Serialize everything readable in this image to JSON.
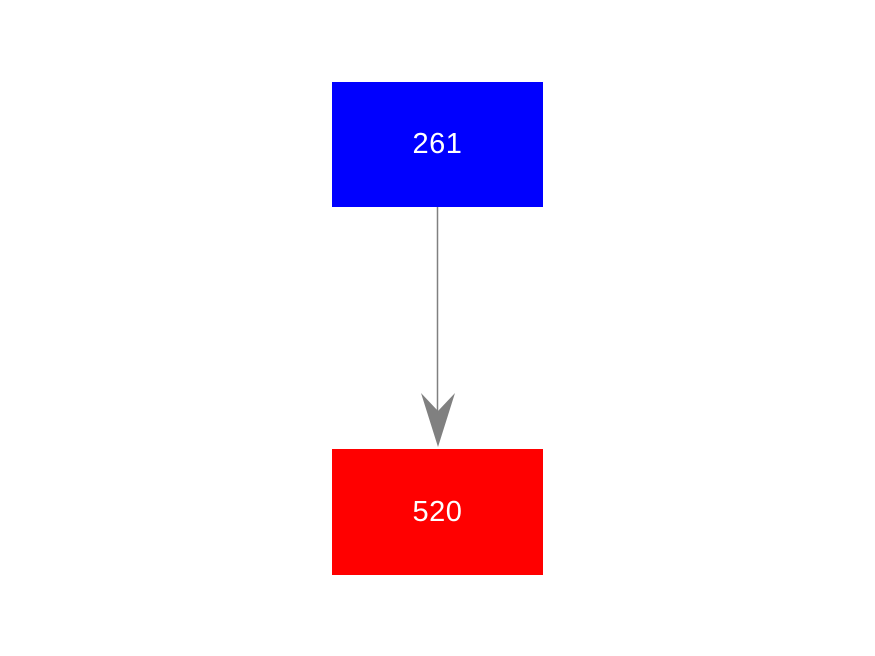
{
  "diagram": {
    "background_color": "#ffffff",
    "nodes": [
      {
        "id": "node-261",
        "label": "261",
        "fill_color": "#0000ff",
        "text_color": "#ffffff"
      },
      {
        "id": "node-520",
        "label": "520",
        "fill_color": "#ff0000",
        "text_color": "#ffffff"
      }
    ],
    "edges": [
      {
        "from": "node-261",
        "to": "node-520",
        "direction": "down",
        "color": "#808080"
      }
    ]
  }
}
